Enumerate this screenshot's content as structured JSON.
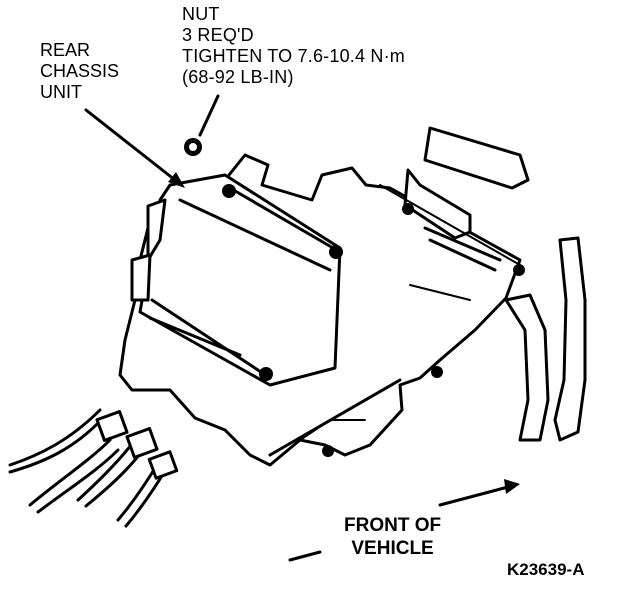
{
  "callouts": {
    "nut": [
      "NUT",
      "3 REQ'D",
      "TIGHTEN TO 7.6-10.4 N·m",
      "(68-92 LB-IN)"
    ],
    "rear_chassis_unit": [
      "REAR",
      "CHASSIS",
      "UNIT"
    ],
    "front_of_vehicle": [
      "FRONT OF",
      "VEHICLE"
    ]
  },
  "figure_id": "K23639-A",
  "colors": {
    "ink": "#000000",
    "paper": "#ffffff"
  }
}
